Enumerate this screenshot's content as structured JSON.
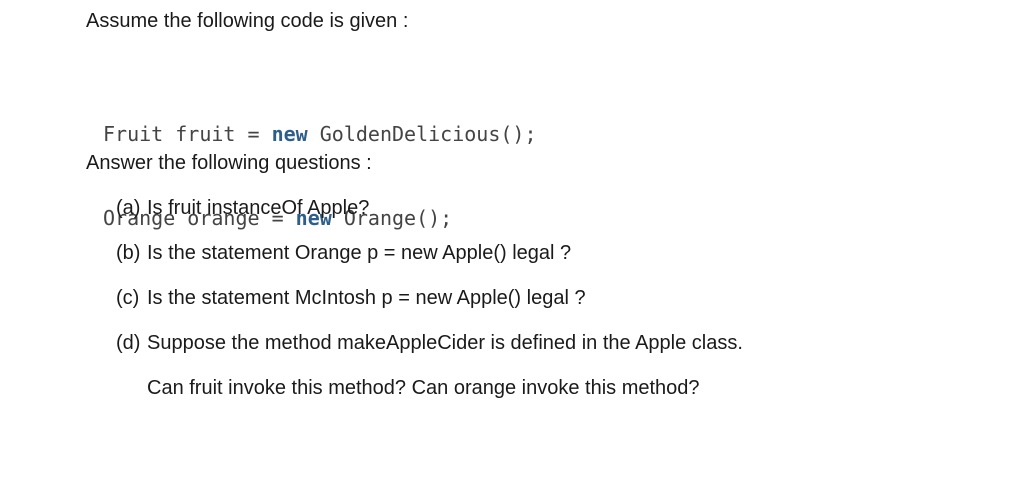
{
  "intro": "Assume the following code is given :",
  "code": {
    "lines": [
      {
        "before": "Fruit fruit = ",
        "keyword": "new",
        "after": " GoldenDelicious();"
      },
      {
        "before": "Orange orange = ",
        "keyword": "new",
        "after": " Orange();"
      }
    ],
    "colors": {
      "keyword": "#2e5f8a",
      "text": "#444444"
    }
  },
  "questions_heading": "Answer the following questions :",
  "questions": [
    {
      "label": "(a)",
      "text": "Is fruit instanceOf Apple?"
    },
    {
      "label": "(b)",
      "text": "Is the statement Orange p = new Apple() legal ?"
    },
    {
      "label": "(c)",
      "text": "Is the statement McIntosh p = new Apple() legal ?"
    },
    {
      "label": "(d)",
      "text": "Suppose the method makeAppleCider is defined in the Apple class."
    }
  ],
  "question_d_continuation": "Can fruit invoke this method? Can orange invoke this method?"
}
